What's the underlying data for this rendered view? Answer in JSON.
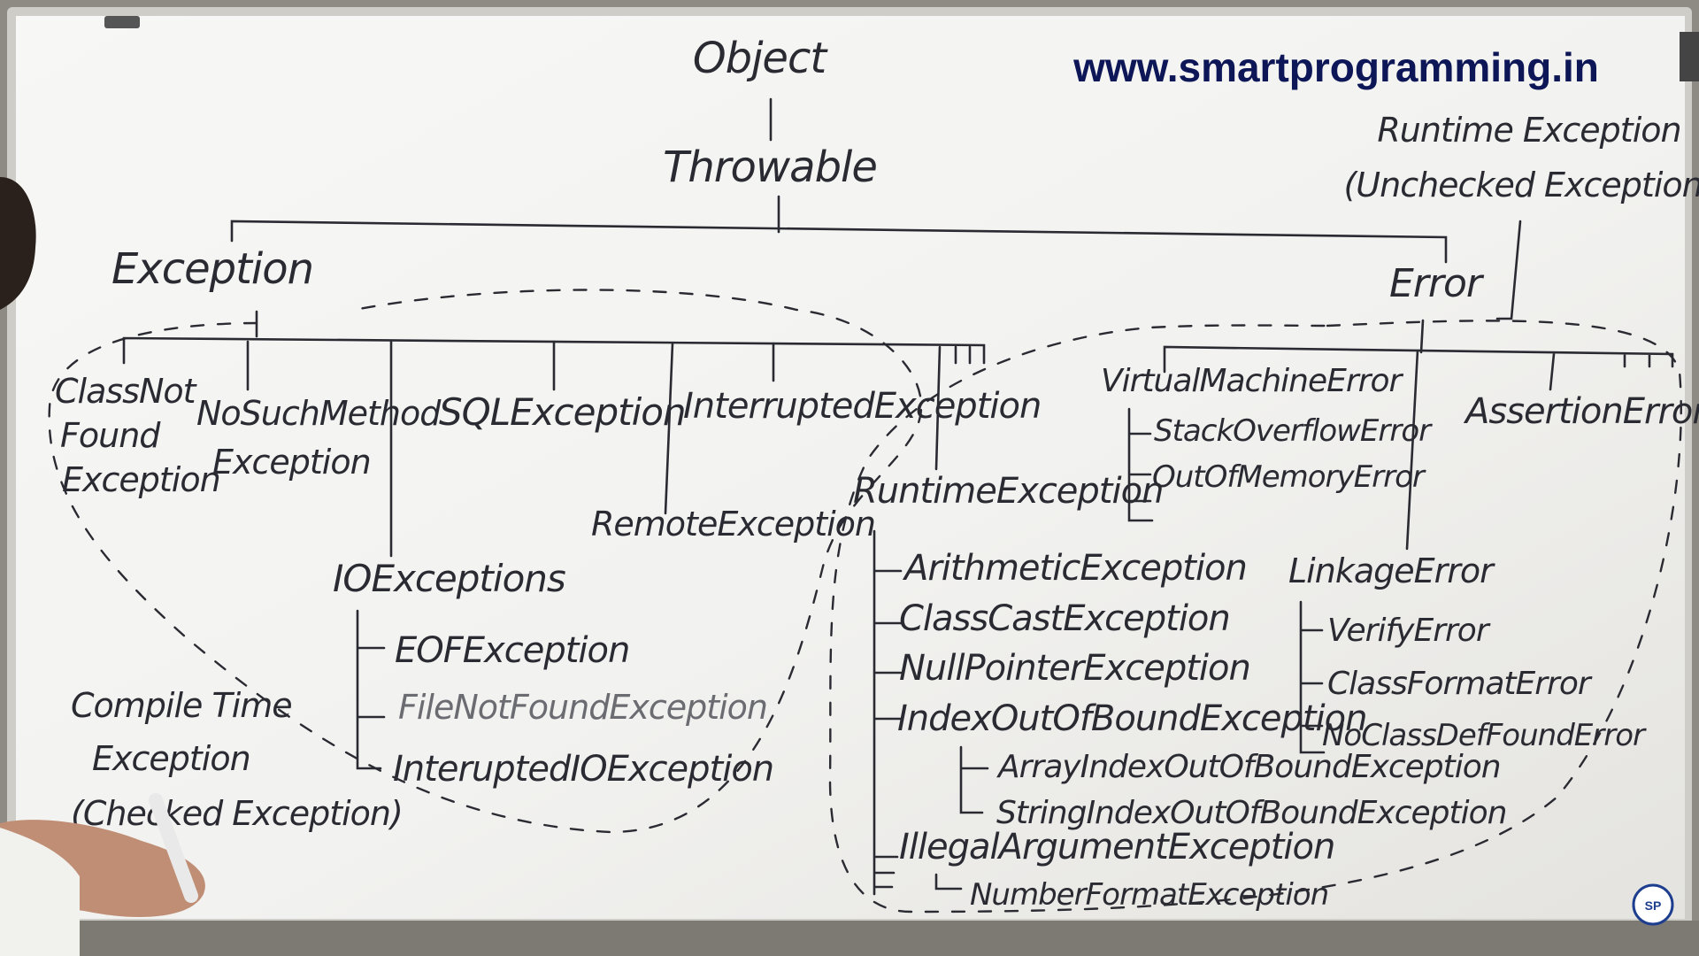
{
  "website": "www.smartprogramming.in",
  "root": {
    "object": "Object",
    "throwable": "Throwable"
  },
  "exception_branch": {
    "title": "Exception",
    "children": {
      "class_not_found": [
        "ClassNot",
        "Found",
        "Exception"
      ],
      "no_such_method": [
        "NoSuchMethod",
        "Exception"
      ],
      "sql": "SQLException",
      "interrupted": "InterruptedException",
      "remote": "RemoteException",
      "io": "IOExceptions",
      "io_children": [
        "EOFException",
        "FileNotFoundException",
        "InteruptedIOException"
      ]
    },
    "note": [
      "Compile Time",
      "Exception",
      "(Checked Exception)"
    ]
  },
  "runtime_branch": {
    "title": "RuntimeException",
    "children": [
      "ArithmeticException",
      "ClassCastException",
      "NullPointerException",
      "IndexOutOfBoundException",
      "IllegalArgumentException"
    ],
    "index_children": [
      "ArrayIndexOutOfBoundException",
      "StringIndexOutOfBoundException"
    ],
    "illegal_children": [
      "NumberFormatException"
    ],
    "note": [
      "Runtime Exception",
      "(Unchecked Exception)"
    ]
  },
  "error_branch": {
    "title": "Error",
    "vm": "VirtualMachineError",
    "vm_children": [
      "StackOverflowError",
      "OutOfMemoryError"
    ],
    "assertion": "AssertionError",
    "linkage": "LinkageError",
    "linkage_children": [
      "VerifyError",
      "ClassFormatError",
      "NoClassDefFoundError"
    ]
  },
  "colors": {
    "board": "#f4f4f2",
    "ink": "#2a2a32",
    "url": "#0d1757"
  }
}
